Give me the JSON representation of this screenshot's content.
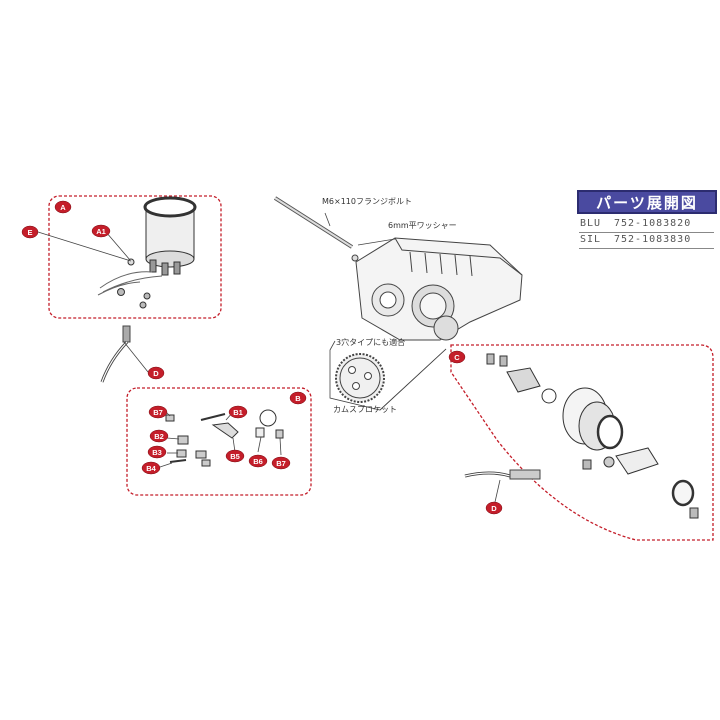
{
  "title": "パーツ展開図",
  "part_numbers": [
    {
      "color": "BLU",
      "number": "752-1083820"
    },
    {
      "color": "SIL",
      "number": "752-1083830"
    }
  ],
  "callouts": {
    "bolt": "M6×110フランジボルト",
    "washer": "6mm平ワッシャー",
    "three_hole": "3穴タイプにも適合",
    "cam_sprocket": "カムスプロケット"
  },
  "groups": {
    "A": "A",
    "B": "B",
    "C": "C"
  },
  "labels": {
    "E": "E",
    "A1": "A1",
    "D_left": "D",
    "D_right": "D",
    "B1": "B1",
    "B2": "B2",
    "B3": "B3",
    "B4": "B4",
    "B5": "B5",
    "B6": "B6",
    "B7_left": "B7",
    "B7_right": "B7"
  },
  "colors": {
    "accent_red": "#c41e2a",
    "title_bg": "#4a4aa0",
    "line": "#444444"
  }
}
